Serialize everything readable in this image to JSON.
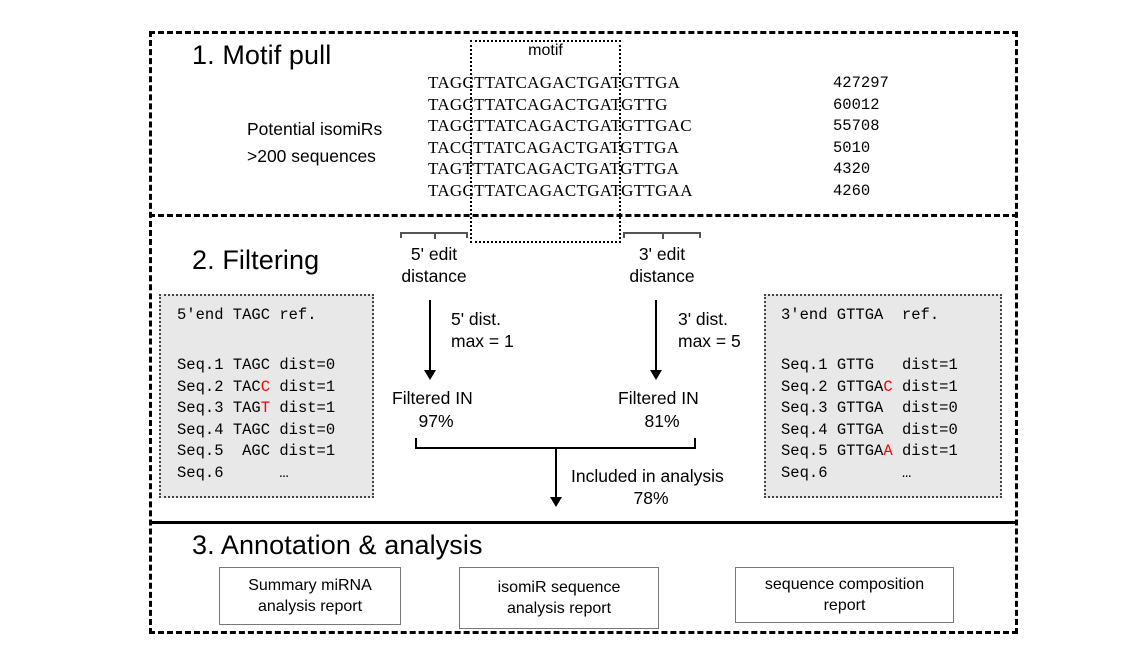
{
  "figure": {
    "sections": [
      {
        "id": "motif-pull",
        "title": "1. Motif pull"
      },
      {
        "id": "filtering",
        "title": "2. Filtering"
      },
      {
        "id": "annotation",
        "title": "3. Annotation & analysis"
      }
    ]
  },
  "motif_pull": {
    "caption_line1": "Potential isomiRs",
    "caption_line2": ">200 sequences",
    "motif_label": "motif",
    "sequences": [
      {
        "seq": "TAGCTTATCAGACTGATGTTGA",
        "count": "427297"
      },
      {
        "seq": "TAGCTTATCAGACTGATGTTG",
        "count": "60012"
      },
      {
        "seq": "TAGCTTATCAGACTGATGTTGAC",
        "count": "55708"
      },
      {
        "seq": "TACCTTATCAGACTGATGTTGA",
        "count": "5010"
      },
      {
        "seq": "TAGTTTATCAGACTGATGTTGA",
        "count": "4320"
      },
      {
        "seq": "TAGCTTATCAGACTGATGTTGAA",
        "count": "4260"
      }
    ],
    "sequence_text": "TAGCTTATCAGACTGATGTTGA\nTAGCTTATCAGACTGATGTTG\nTAGCTTATCAGACTGATGTTGAC\nTACCTTATCAGACTGATGTTGA\nTAGTTTATCAGACTGATGTTGA\nTAGCTTATCAGACTGATGTTGAA",
    "count_text": "427297\n60012\n55708\n5010\n4320\n4260"
  },
  "filtering": {
    "bracket_5p_line1": "5' edit",
    "bracket_5p_line2": "distance",
    "bracket_3p_line1": "3' edit",
    "bracket_3p_line2": "distance",
    "arrow_5p_line1": "5' dist.",
    "arrow_5p_line2": "max = 1",
    "arrow_3p_line1": "3' dist.",
    "arrow_3p_line2": "max = 5",
    "filtered_5p_label": "Filtered IN",
    "filtered_5p_value": "97%",
    "filtered_3p_label": "Filtered IN",
    "filtered_3p_value": "81%",
    "included_label": "Included in analysis",
    "included_value": "78%",
    "box_5p": {
      "header": "5'end TAGC ref.",
      "rows": [
        {
          "id": "Seq.1",
          "seq": "TAGC",
          "mismatch": "",
          "tail": "",
          "dist": "dist=0"
        },
        {
          "id": "Seq.2",
          "seq": "TAC",
          "mismatch": "C",
          "tail": "",
          "dist": "dist=1"
        },
        {
          "id": "Seq.3",
          "seq": "TAG",
          "mismatch": "T",
          "tail": "",
          "dist": "dist=1"
        },
        {
          "id": "Seq.4",
          "seq": "TAGC",
          "mismatch": "",
          "tail": "",
          "dist": "dist=0"
        },
        {
          "id": "Seq.5",
          "seq": " AGC",
          "mismatch": "",
          "tail": "",
          "dist": "dist=1"
        },
        {
          "id": "Seq.6",
          "seq": "",
          "mismatch": "",
          "tail": "",
          "dist": "…"
        }
      ]
    },
    "box_3p": {
      "header": "3'end GTTGA  ref.",
      "rows": [
        {
          "id": "Seq.1",
          "seq": "GTTG ",
          "mismatch": "",
          "tail": "",
          "dist": "dist=1"
        },
        {
          "id": "Seq.2",
          "seq": "GTTGA",
          "mismatch": "C",
          "tail": "",
          "dist": "dist=1"
        },
        {
          "id": "Seq.3",
          "seq": "GTTGA",
          "mismatch": "",
          "tail": "",
          "dist": "dist=0"
        },
        {
          "id": "Seq.4",
          "seq": "GTTGA",
          "mismatch": "",
          "tail": "",
          "dist": "dist=0"
        },
        {
          "id": "Seq.5",
          "seq": "GTTGA",
          "mismatch": "A",
          "tail": "",
          "dist": "dist=1"
        },
        {
          "id": "Seq.6",
          "seq": "",
          "mismatch": "",
          "tail": "",
          "dist": "…"
        }
      ]
    }
  },
  "annotation": {
    "reports": [
      {
        "line1": "Summary miRNA",
        "line2": "analysis report"
      },
      {
        "line1": "isomiR sequence",
        "line2": "analysis report"
      },
      {
        "line1": "sequence composition",
        "line2": "report"
      }
    ]
  },
  "colors": {
    "mismatch_red": "#ff0000",
    "code_box_fill": "#e8e8e8",
    "line_black": "#000000",
    "bracket_gray": "#555555"
  }
}
